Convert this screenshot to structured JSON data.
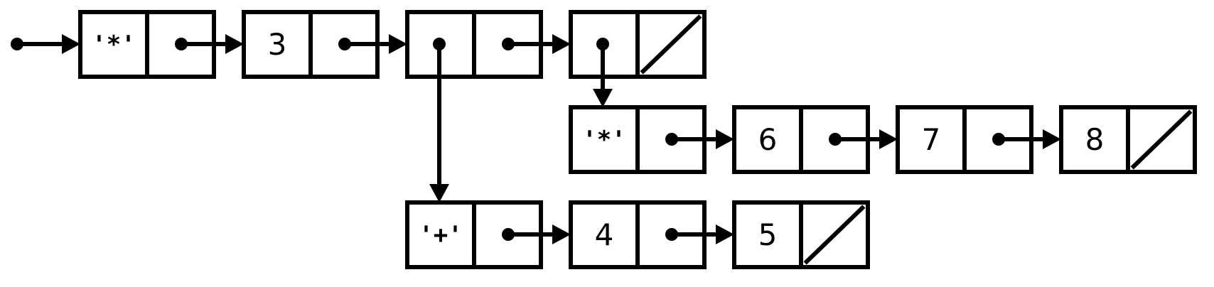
{
  "diagram_type": "linked-list-box-and-pointer",
  "represents_expression": "(* 3 (+ 4 5) (* 6 7 8))",
  "colors": {
    "ink": "#000000",
    "background": "#ffffff"
  },
  "head_pointer": {
    "points_to": "top-1"
  },
  "nodes": [
    {
      "id": "top-1",
      "row": "top",
      "car": "'*'",
      "cdr": "pointer",
      "next": "top-2"
    },
    {
      "id": "top-2",
      "row": "top",
      "car": "3",
      "cdr": "pointer",
      "next": "top-3"
    },
    {
      "id": "top-3",
      "row": "top",
      "car": "pointer",
      "car_points_to": "bot-1",
      "cdr": "pointer",
      "next": "top-4"
    },
    {
      "id": "top-4",
      "row": "top",
      "car": "pointer",
      "car_points_to": "mid-1",
      "cdr": "nil"
    },
    {
      "id": "mid-1",
      "row": "middle",
      "car": "'*'",
      "cdr": "pointer",
      "next": "mid-2"
    },
    {
      "id": "mid-2",
      "row": "middle",
      "car": "6",
      "cdr": "pointer",
      "next": "mid-3"
    },
    {
      "id": "mid-3",
      "row": "middle",
      "car": "7",
      "cdr": "pointer",
      "next": "mid-4"
    },
    {
      "id": "mid-4",
      "row": "middle",
      "car": "8",
      "cdr": "nil"
    },
    {
      "id": "bot-1",
      "row": "bottom",
      "car": "'+'",
      "cdr": "pointer",
      "next": "bot-2"
    },
    {
      "id": "bot-2",
      "row": "bottom",
      "car": "4",
      "cdr": "pointer",
      "next": "bot-3"
    },
    {
      "id": "bot-3",
      "row": "bottom",
      "car": "5",
      "cdr": "nil"
    }
  ]
}
